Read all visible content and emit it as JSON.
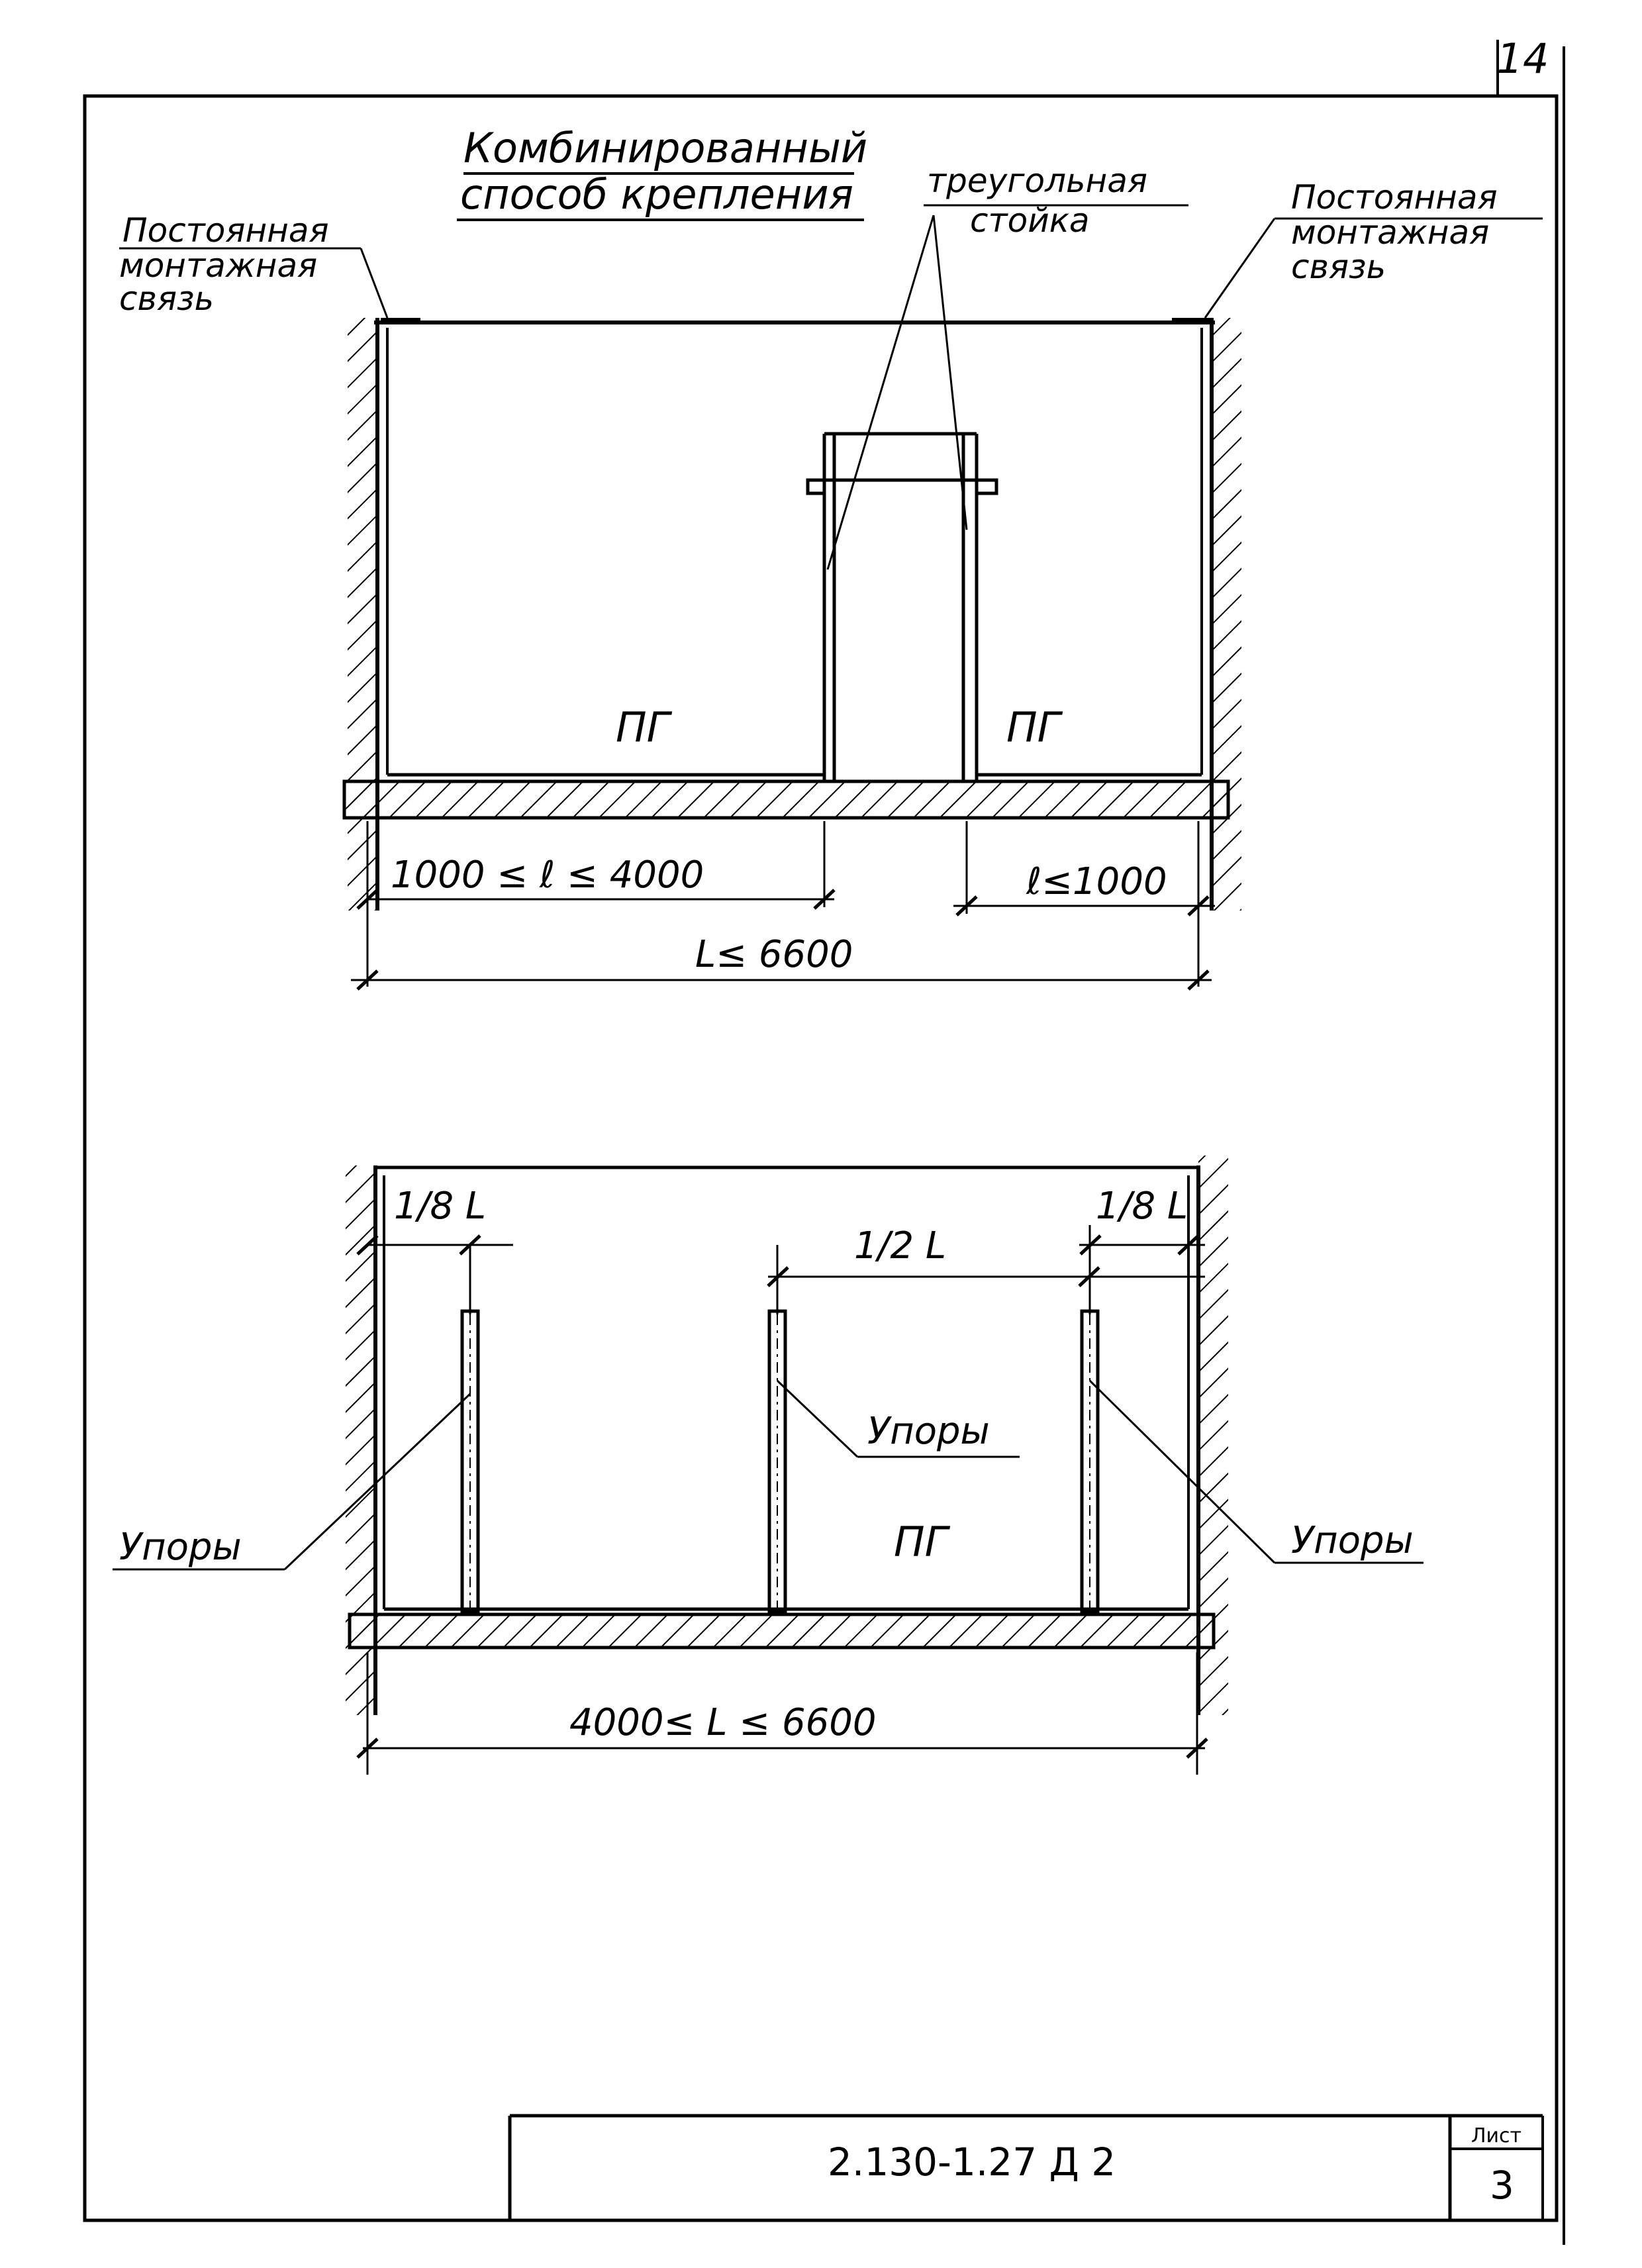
{
  "page_number": "14",
  "title_lines": [
    "Комбинированный",
    "способ крепления"
  ],
  "top_drawing": {
    "label_left": [
      "Постоянная",
      "монтажная",
      "связь"
    ],
    "label_right": [
      "Постоянная",
      "монтажная",
      "связь"
    ],
    "label_center": [
      "треугольная",
      "стойка"
    ],
    "panel_left": "ПГ",
    "panel_right": "ПГ",
    "dim_left": "1000 ≤ ℓ ≤ 4000",
    "dim_right": "ℓ≤1000",
    "dim_total": "L≤ 6600"
  },
  "bottom_drawing": {
    "dim_left_eighth": "1/8 L",
    "dim_half": "1/2 L",
    "dim_right_eighth": "1/8 L",
    "label_stops_left": "Упоры",
    "label_stops_center": "Упоры",
    "label_stops_right": "Упоры",
    "panel": "ПГ",
    "dim_total": "4000≤ L ≤ 6600"
  },
  "title_block": {
    "document_code": "2.130-1.27 Д 2",
    "sheet_label": "Лист",
    "sheet_number": "3"
  }
}
